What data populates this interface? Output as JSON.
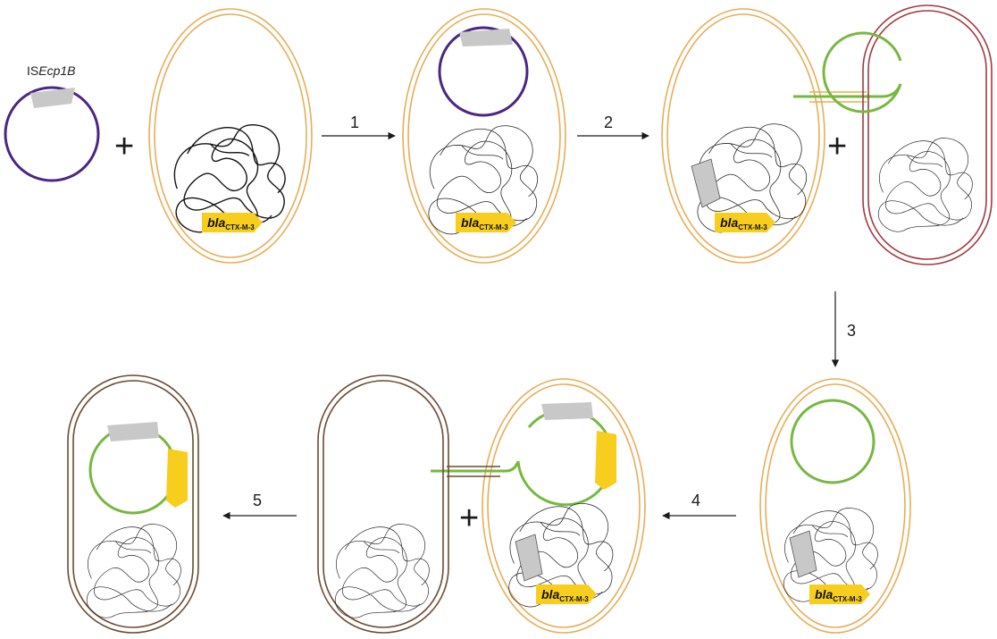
{
  "colors": {
    "donor_cell": "#e8ad57",
    "recipient_cell_1": "#a03a3f",
    "recipient_cell_2": "#6b4a32",
    "transposon_plasmid": "#4b2682",
    "conjugative_plasmid": "#76b83f",
    "insertion_sequence": "#c8c8c8",
    "bla_gene": "#f7cd1e"
  },
  "labels": {
    "transposon_prefix": "IS",
    "transposon_italic": "Ecp1B",
    "gene_name": "bla",
    "gene_subscript": "CTX-M-3",
    "plus_sign": "+"
  },
  "steps": [
    {
      "label": "1"
    },
    {
      "label": "2"
    },
    {
      "label": "3"
    },
    {
      "label": "4"
    },
    {
      "label": "5"
    }
  ]
}
